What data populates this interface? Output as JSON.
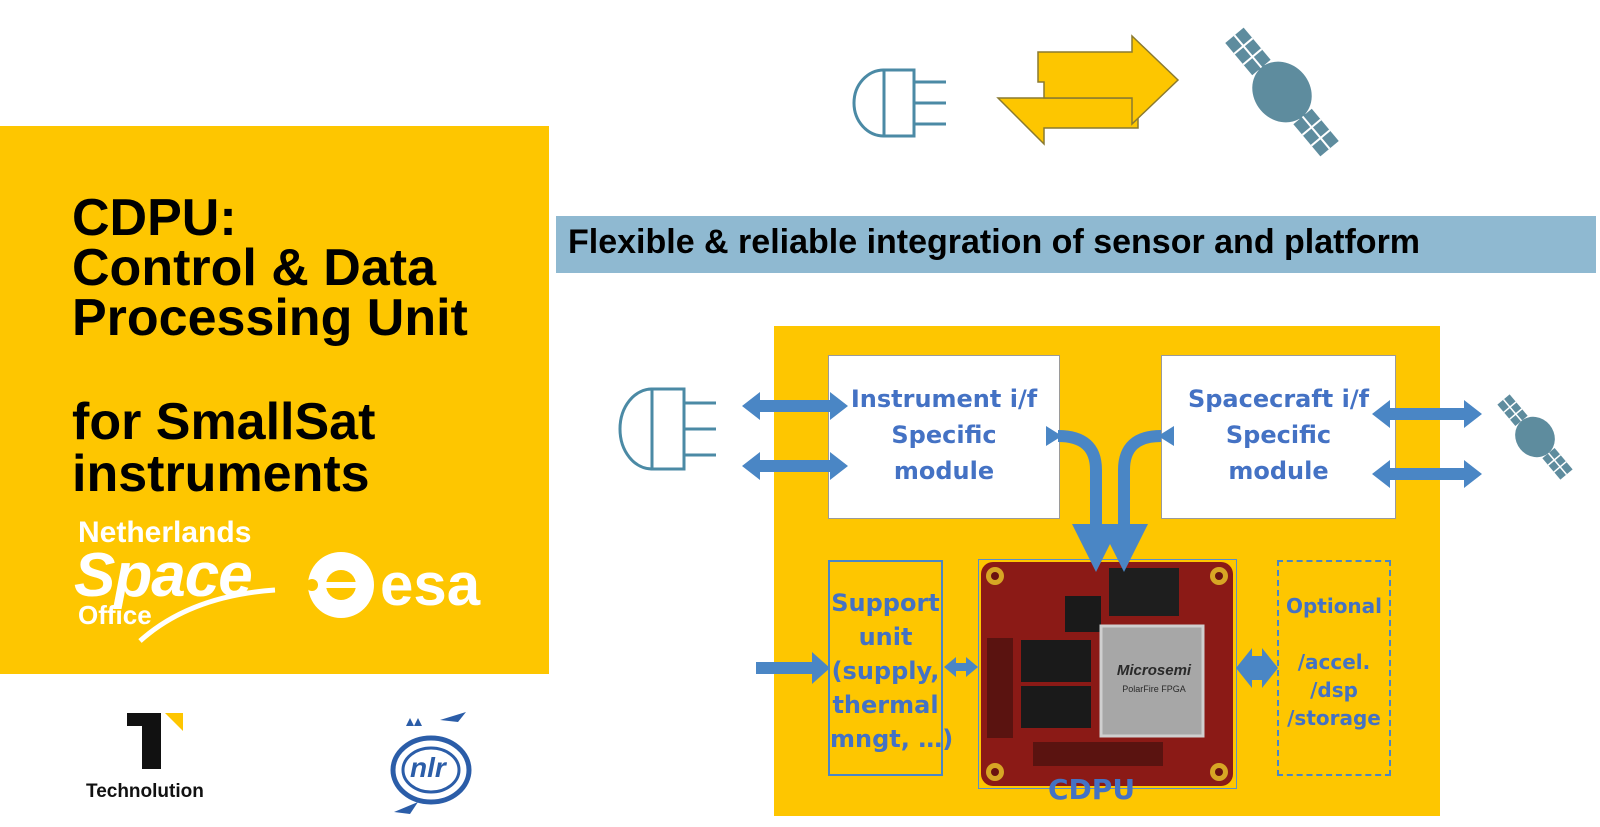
{
  "title": {
    "line1": "CDPU:",
    "line2": "Control & Data",
    "line3": "Processing Unit",
    "line4": "for SmallSat",
    "line5": "instruments"
  },
  "logos": {
    "nso": {
      "line1": "Netherlands",
      "line2": "Space",
      "line3": "Office"
    },
    "esa": "esa",
    "technolution": "Technolution",
    "nlr": "nlr"
  },
  "banner": "Flexible & reliable integration of sensor and platform",
  "diagram": {
    "instrument_module": [
      "Instrument i/f",
      "Specific",
      "module"
    ],
    "spacecraft_module": [
      "Spacecraft i/f",
      "Specific",
      "module"
    ],
    "support_unit": [
      "Support",
      "unit",
      "(supply,",
      "thermal",
      "mngt, …)"
    ],
    "optional": [
      "Optional",
      "",
      "/accel.",
      "/dsp",
      "/storage"
    ],
    "cdpu_label": "CDPU",
    "chip_brand": "Microsemi",
    "chip_sub": "PolarFire FPGA"
  },
  "colors": {
    "yellow": "#fec600",
    "banner_blue": "#8fb9d1",
    "diagram_blue": "#4472c4",
    "arrow_blue": "#4a86c5",
    "icon_teal": "#4b8aa5",
    "satellite_gray": "#5e8c9e",
    "arrow_yellow": "#fdc600"
  }
}
